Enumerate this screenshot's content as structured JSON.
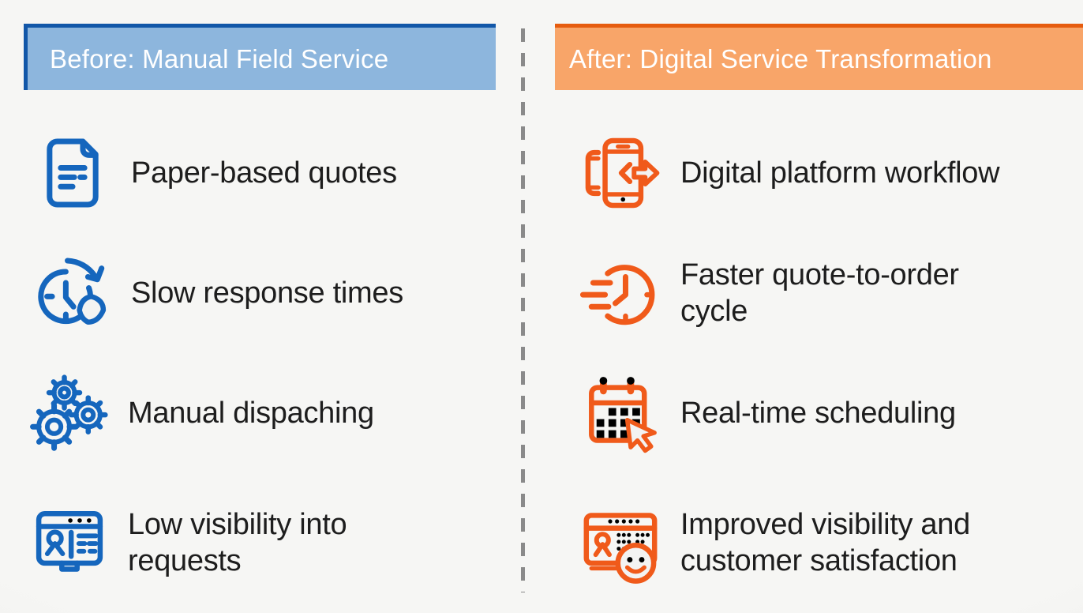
{
  "background": "#f3f3f1",
  "text_color": "#1d1d1d",
  "divider": {
    "style": "dashed-vertical",
    "color": "#8a8a8a"
  },
  "left_panel": {
    "header": "Before: Manual Field Service",
    "header_fill": "#8db6dd",
    "header_border": "#1257a8",
    "icon_color": "#1566bd",
    "items": [
      {
        "icon": "document-icon",
        "label": "Paper-based quotes"
      },
      {
        "icon": "clock-rotate-icon",
        "label": "Slow response times"
      },
      {
        "icon": "gears-icon",
        "label": "Manual dispaching"
      },
      {
        "icon": "monitor-person-icon",
        "label": "Low visibility into\nrequests"
      }
    ]
  },
  "right_panel": {
    "header": "After: Digital Service Transformation",
    "header_fill": "#f8a569",
    "header_border": "#e65c0f",
    "icon_color": "#f05a1a",
    "items": [
      {
        "icon": "phone-transfer-icon",
        "label": "Digital platform workflow"
      },
      {
        "icon": "fast-clock-icon",
        "label": "Faster quote-to-order\ncycle"
      },
      {
        "icon": "calendar-cursor-icon",
        "label": "Real-time scheduling"
      },
      {
        "icon": "browser-smiley-icon",
        "label": "Improved visibility and\ncustomer satisfaction"
      }
    ]
  }
}
